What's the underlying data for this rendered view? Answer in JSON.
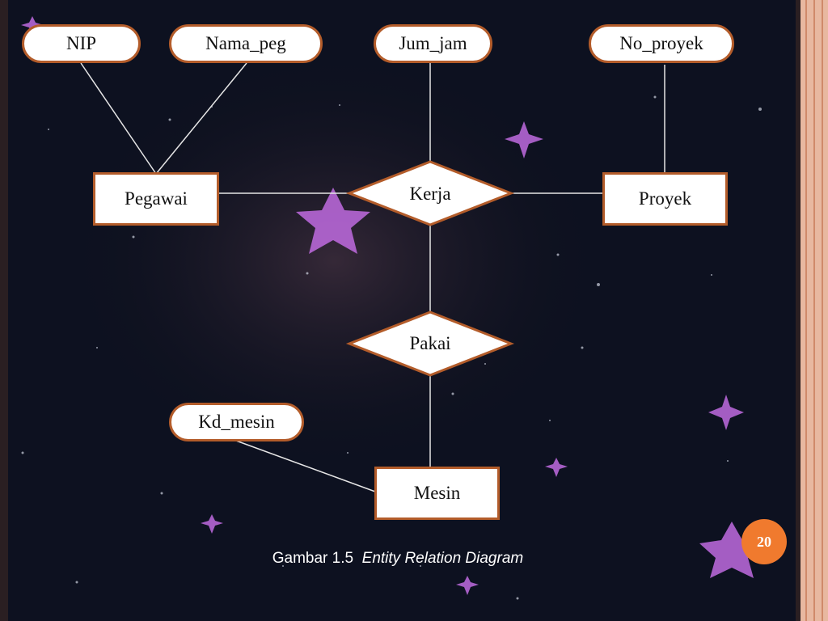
{
  "diagram": {
    "attributes": {
      "nip": "NIP",
      "nama_peg": "Nama_peg",
      "jum_jam": "Jum_jam",
      "no_proyek": "No_proyek",
      "kd_mesin": "Kd_mesin"
    },
    "entities": {
      "pegawai": "Pegawai",
      "proyek": "Proyek",
      "mesin": "Mesin"
    },
    "relationships": {
      "kerja": "Kerja",
      "pakai": "Pakai"
    }
  },
  "caption": {
    "prefix": "Gambar 1.5",
    "title": "Entity Relation Diagram"
  },
  "slide": {
    "page_number": "20"
  },
  "colors": {
    "background": "#0b0e1a",
    "border": "#b35c2a",
    "page_badge": "#f07a2e",
    "star": "#c06be0",
    "frame": "#e8b8a0"
  }
}
